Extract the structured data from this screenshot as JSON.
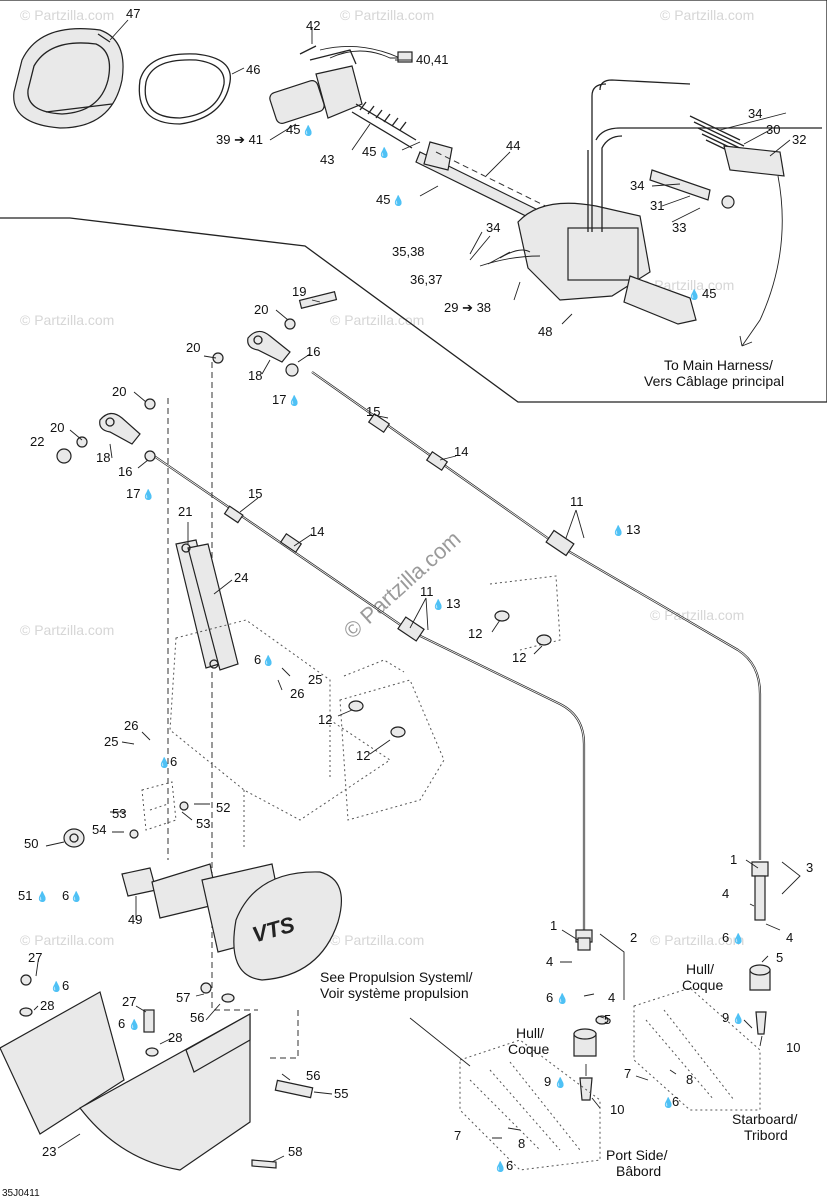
{
  "diagram": {
    "code": "35J0411",
    "watermark_center": "© Partzilla.com",
    "watermark_tile": "© Partzilla.com",
    "drop_glyph": "💧",
    "notes": {
      "main_harness_1": "To Main Harness/",
      "main_harness_2": "Vers Câblage principal",
      "propulsion_1": "See Propulsion Systeml/",
      "propulsion_2": "Voir système propulsion",
      "hull_1": "Hull/",
      "hull_2": "Coque",
      "port_1": "Port Side/",
      "port_2": "Bâbord",
      "starboard_1": "Starboard/",
      "starboard_2": "Tribord",
      "logo": "VTS"
    },
    "labels": {
      "p47": "47",
      "p46": "46",
      "p42": "42",
      "p40_41": "40,41",
      "p39_41": "39 ➔ 41",
      "p45a": "45",
      "p45b": "45",
      "p45c": "45",
      "p45d": "45",
      "p43": "43",
      "p44": "44",
      "p34a": "34",
      "p34b": "34",
      "p34c": "34",
      "p30": "30",
      "p32": "32",
      "p31": "31",
      "p33": "33",
      "p35_38": "35,38",
      "p36_37": "36,37",
      "p29_38": "29 ➔ 38",
      "p48": "48",
      "p19": "19",
      "p20a": "20",
      "p20b": "20",
      "p20c": "20",
      "p20d": "20",
      "p16a": "16",
      "p16b": "16",
      "p18a": "18",
      "p18b": "18",
      "p17a": "17",
      "p17b": "17",
      "p22": "22",
      "p15a": "15",
      "p15b": "15",
      "p14a": "14",
      "p14b": "14",
      "p11a": "11",
      "p11b": "11",
      "p13a": "13",
      "p13b": "13",
      "p21": "21",
      "p24": "24",
      "p12a": "12",
      "p12b": "12",
      "p12c": "12",
      "p12d": "12",
      "p6a": "6",
      "p25a": "25",
      "p26a": "26",
      "p26b": "26",
      "p25b": "25",
      "p6b": "6",
      "p53a": "53",
      "p52": "52",
      "p53b": "53",
      "p54": "54",
      "p50": "50",
      "p51": "51",
      "p6c": "6",
      "p49": "49",
      "p27a": "27",
      "p6d": "6",
      "p28a": "28",
      "p27b": "27",
      "p6e": "6",
      "p28b": "28",
      "p57": "57",
      "p56a": "56",
      "p56b": "56",
      "p55": "55",
      "p23": "23",
      "p58": "58",
      "p1a": "1",
      "p2": "2",
      "p4a": "4",
      "p6f": "6",
      "p4b": "4",
      "p5a": "5",
      "p9a": "9",
      "p10a": "10",
      "p7a": "7",
      "p8a": "8",
      "p6g": "6",
      "p1b": "1",
      "p3": "3",
      "p4c": "4",
      "p6h": "6",
      "p4d": "4",
      "p5b": "5",
      "p9b": "9",
      "p10b": "10",
      "p7b": "7",
      "p8b": "8",
      "p6i": "6"
    }
  }
}
